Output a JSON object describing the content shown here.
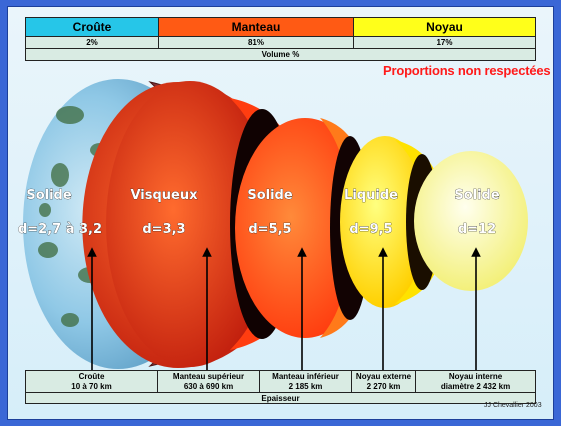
{
  "volume_table": {
    "headers": [
      "Croûte",
      "Manteau",
      "Noyau"
    ],
    "percents": [
      "2%",
      "81%",
      "17%"
    ],
    "caption": "Volume %",
    "colors": [
      "#26c6e8",
      "#ff5a14",
      "#ffff1a"
    ]
  },
  "note": "Proportions non respectées",
  "layers": [
    {
      "state": "Solide",
      "density": "d=2,7 à 3,2"
    },
    {
      "state": "Visqueux",
      "density": "d=3,3"
    },
    {
      "state": "Solide",
      "density": "d=5,5"
    },
    {
      "state": "Liquide",
      "density": "d=9,5"
    },
    {
      "state": "Solide",
      "density": "d=12"
    }
  ],
  "thickness_table": {
    "cells": [
      {
        "name": "Croûte",
        "value": "10 à 70 km"
      },
      {
        "name": "Manteau supérieur",
        "value": "630 à 690 km"
      },
      {
        "name": "Manteau inférieur",
        "value": "2 185 km"
      },
      {
        "name": "Noyau externe",
        "value": "2 270 km"
      },
      {
        "name": "Noyau interne",
        "value": "diamètre 2 432 km"
      }
    ],
    "caption": "Epaisseur"
  },
  "credit": "JJ Chevallier 2003"
}
